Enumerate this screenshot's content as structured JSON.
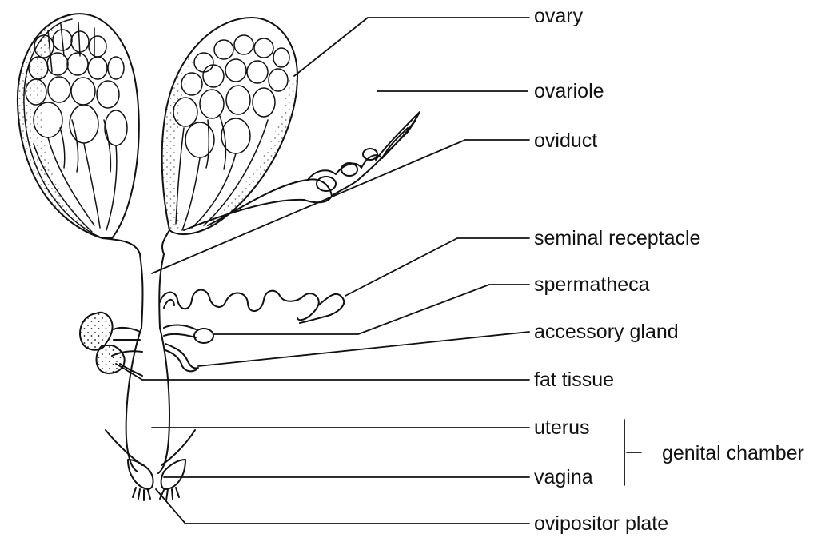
{
  "labels": {
    "ovary": "ovary",
    "ovariole": "ovariole",
    "oviduct": "oviduct",
    "seminal_receptacle": "seminal receptacle",
    "spermatheca": "spermatheca",
    "accessory_gland": "accessory gland",
    "fat_tissue": "fat tissue",
    "uterus": "uterus",
    "vagina": "vagina",
    "genital_chamber": "genital chamber",
    "ovipositor_plate": "ovipositor plate"
  },
  "colors": {
    "ink": "#111111",
    "background": "#ffffff"
  }
}
